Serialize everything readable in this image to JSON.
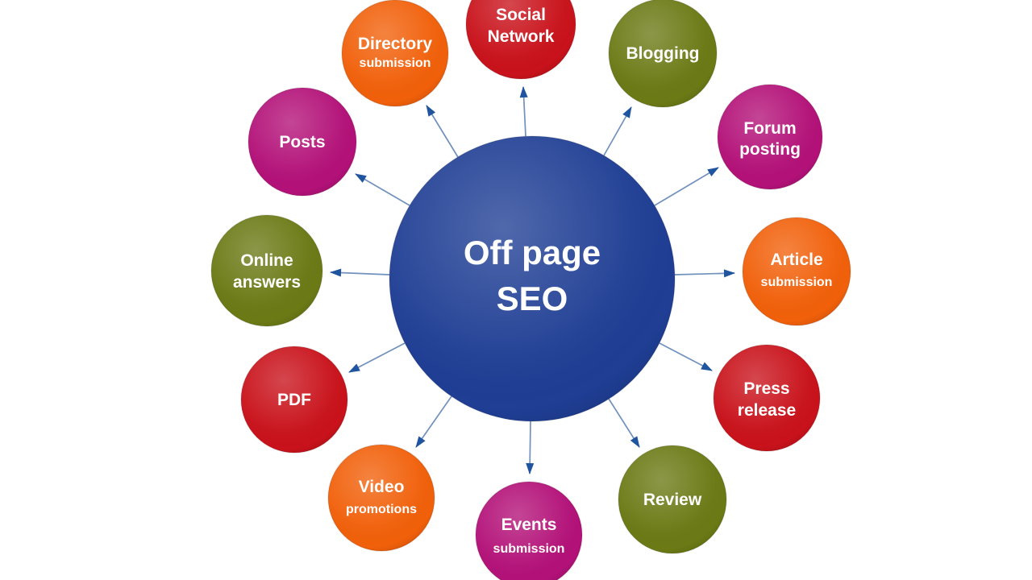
{
  "diagram": {
    "center": {
      "label": "Off page SEO",
      "line1": "Off page",
      "line2": "SEO"
    },
    "nodes": [
      {
        "id": "social-network",
        "line1": "Social",
        "line2": "Network",
        "color_name": "red"
      },
      {
        "id": "directory-submission",
        "line1": "Directory",
        "line2": "submission",
        "color_name": "orange"
      },
      {
        "id": "blogging",
        "line1": "Blogging",
        "line2": "",
        "color_name": "olive"
      },
      {
        "id": "forum-posting",
        "line1": "Forum",
        "line2": "posting",
        "color_name": "magenta"
      },
      {
        "id": "article-submission",
        "line1": "Article",
        "line2": "submission",
        "color_name": "orange"
      },
      {
        "id": "press-release",
        "line1": "Press",
        "line2": "release",
        "color_name": "red"
      },
      {
        "id": "review",
        "line1": "Review",
        "line2": "",
        "color_name": "olive"
      },
      {
        "id": "events-submission",
        "line1": "Events",
        "line2": "submission",
        "color_name": "magenta"
      },
      {
        "id": "video-promotions",
        "line1": "Video",
        "line2": "promotions",
        "color_name": "orange"
      },
      {
        "id": "pdf",
        "line1": "PDF",
        "line2": "",
        "color_name": "red"
      },
      {
        "id": "online-answers",
        "line1": "Online",
        "line2": "answers",
        "color_name": "olive"
      },
      {
        "id": "posts",
        "line1": "Posts",
        "line2": "",
        "color_name": "magenta"
      }
    ]
  },
  "colors": {
    "background": "#ffffff",
    "text": "#ffffff",
    "blue": "#1f3e94",
    "red": "#c9121b",
    "orange": "#f1600a",
    "olive": "#6b7a15",
    "magenta": "#b31178",
    "arrow_line": "#7191bd",
    "arrow_head": "#1f549e"
  }
}
